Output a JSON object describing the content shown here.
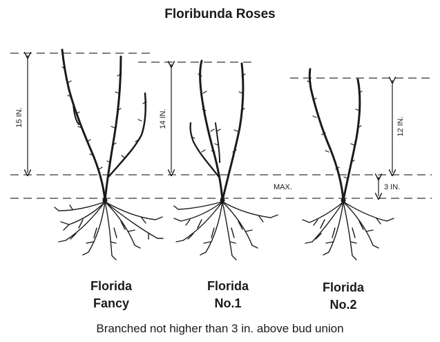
{
  "title": "Floribunda Roses",
  "measurements": {
    "fancy_height": "15 IN.",
    "no1_height": "14 IN.",
    "no2_height": "12 IN.",
    "branch_height": "3 IN.",
    "max_label": "MAX."
  },
  "grades": [
    {
      "line1": "Florida",
      "line2": "Fancy"
    },
    {
      "line1": "Florida",
      "line2": "No.1"
    },
    {
      "line1": "Florida",
      "line2": "No.2"
    }
  ],
  "caption": "Branched not higher than 3 in. above bud union"
}
